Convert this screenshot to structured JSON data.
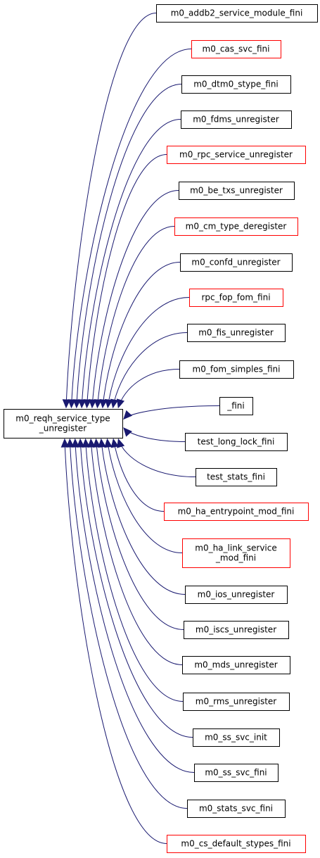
{
  "colors": {
    "edge": "#191970",
    "default_border": "#000000",
    "highlight_border": "#ff0000",
    "root_fill": "#bfbfbf"
  },
  "root": {
    "lines": [
      "m0_reqh_service_type",
      "_unregister"
    ]
  },
  "callers": [
    {
      "id": "n0",
      "lines": [
        "m0_addb2_service_module_fini"
      ],
      "border": "black"
    },
    {
      "id": "n1",
      "lines": [
        "m0_cas_svc_fini"
      ],
      "border": "red"
    },
    {
      "id": "n2",
      "lines": [
        "m0_dtm0_stype_fini"
      ],
      "border": "black"
    },
    {
      "id": "n3",
      "lines": [
        "m0_fdms_unregister"
      ],
      "border": "black"
    },
    {
      "id": "n4",
      "lines": [
        "m0_rpc_service_unregister"
      ],
      "border": "red"
    },
    {
      "id": "n5",
      "lines": [
        "m0_be_txs_unregister"
      ],
      "border": "black"
    },
    {
      "id": "n6",
      "lines": [
        "m0_cm_type_deregister"
      ],
      "border": "red"
    },
    {
      "id": "n7",
      "lines": [
        "m0_confd_unregister"
      ],
      "border": "black"
    },
    {
      "id": "n8",
      "lines": [
        "rpc_fop_fom_fini"
      ],
      "border": "red"
    },
    {
      "id": "n9",
      "lines": [
        "m0_fis_unregister"
      ],
      "border": "black"
    },
    {
      "id": "n10",
      "lines": [
        "m0_fom_simples_fini"
      ],
      "border": "black"
    },
    {
      "id": "n11",
      "lines": [
        "_fini"
      ],
      "border": "black"
    },
    {
      "id": "n12",
      "lines": [
        "test_long_lock_fini"
      ],
      "border": "black"
    },
    {
      "id": "n13",
      "lines": [
        "test_stats_fini"
      ],
      "border": "black"
    },
    {
      "id": "n14",
      "lines": [
        "m0_ha_entrypoint_mod_fini"
      ],
      "border": "red"
    },
    {
      "id": "n15",
      "lines": [
        "m0_ha_link_service",
        "_mod_fini"
      ],
      "border": "red"
    },
    {
      "id": "n16",
      "lines": [
        "m0_ios_unregister"
      ],
      "border": "black"
    },
    {
      "id": "n17",
      "lines": [
        "m0_iscs_unregister"
      ],
      "border": "black"
    },
    {
      "id": "n18",
      "lines": [
        "m0_mds_unregister"
      ],
      "border": "black"
    },
    {
      "id": "n19",
      "lines": [
        "m0_rms_unregister"
      ],
      "border": "black"
    },
    {
      "id": "n20",
      "lines": [
        "m0_ss_svc_init"
      ],
      "border": "black"
    },
    {
      "id": "n21",
      "lines": [
        "m0_ss_svc_fini"
      ],
      "border": "black"
    },
    {
      "id": "n22",
      "lines": [
        "m0_stats_svc_fini"
      ],
      "border": "black"
    },
    {
      "id": "n23",
      "lines": [
        "m0_cs_default_stypes_fini"
      ],
      "border": "red"
    }
  ]
}
